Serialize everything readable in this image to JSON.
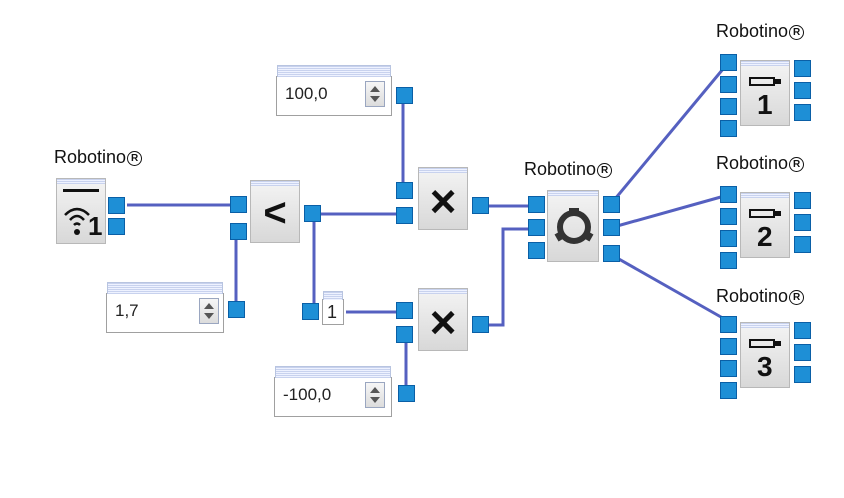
{
  "robot_label": "Robotino",
  "trademark": "R",
  "input_sensor": {
    "number": "1"
  },
  "constants": {
    "threshold": "1,7",
    "speed_positive": "100,0",
    "speed_negative": "-100,0",
    "small_const": "1"
  },
  "operators": {
    "compare": "<",
    "multiply_top": "×",
    "multiply_bottom": "×"
  },
  "outputs": [
    {
      "number": "1"
    },
    {
      "number": "2"
    },
    {
      "number": "3"
    }
  ],
  "colors": {
    "port": "#1e8fd6",
    "wire": "#5560c0",
    "block": "#e4e4e4"
  }
}
